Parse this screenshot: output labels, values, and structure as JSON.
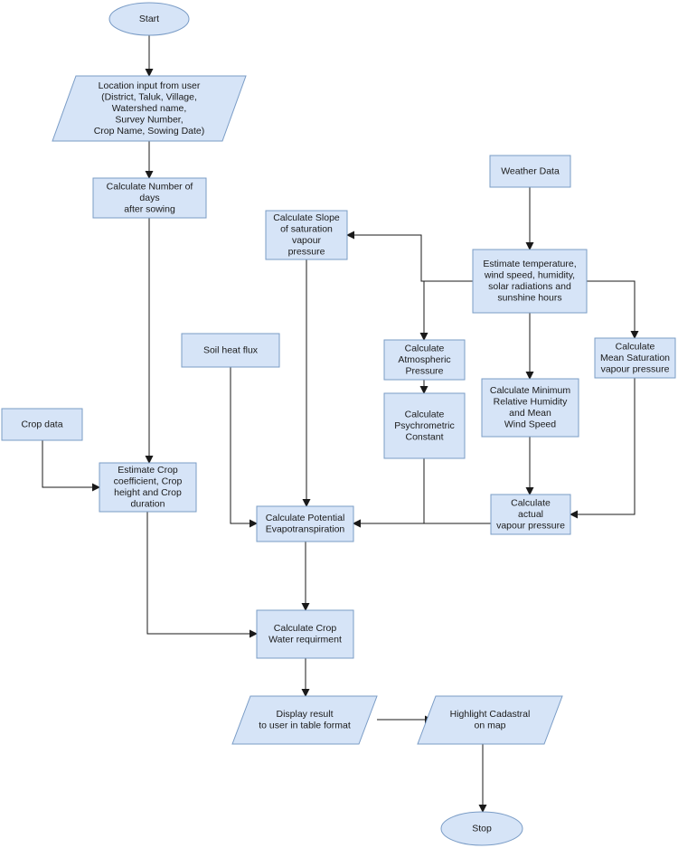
{
  "nodes": [
    {
      "id": "start",
      "kind": "terminator",
      "lines": [
        "Start"
      ]
    },
    {
      "id": "location-input",
      "kind": "data",
      "lines": [
        "Location input from user",
        "(District, Taluk, Village,",
        "Watershed name,",
        "Survey Number,",
        "Crop Name, Sowing Date)"
      ]
    },
    {
      "id": "calc-days",
      "kind": "process",
      "lines": [
        "Calculate Number of",
        "days",
        "after sowing"
      ]
    },
    {
      "id": "weather-data",
      "kind": "process",
      "lines": [
        "Weather Data"
      ]
    },
    {
      "id": "calc-slope",
      "kind": "process",
      "lines": [
        "Calculate Slope",
        "of saturation",
        "vapour",
        "pressure"
      ]
    },
    {
      "id": "estimate-temperature",
      "kind": "process",
      "lines": [
        "Estimate temperature,",
        "wind speed, humidity,",
        "solar radiations and",
        "sunshine hours"
      ]
    },
    {
      "id": "soil-heat-flux",
      "kind": "process",
      "lines": [
        "Soil heat flux"
      ]
    },
    {
      "id": "calc-atm-pressure",
      "kind": "process",
      "lines": [
        "Calculate",
        "Atmospheric",
        "Pressure"
      ]
    },
    {
      "id": "calc-mean-sat",
      "kind": "process",
      "lines": [
        "Calculate",
        "Mean Saturation",
        "vapour pressure"
      ]
    },
    {
      "id": "calc-min-rh",
      "kind": "process",
      "lines": [
        "Calculate Minimum",
        "Relative Humidity",
        "and Mean",
        "Wind Speed"
      ]
    },
    {
      "id": "crop-data",
      "kind": "process",
      "lines": [
        "Crop data"
      ]
    },
    {
      "id": "calc-psychrometric",
      "kind": "process",
      "lines": [
        "Calculate",
        "Psychrometric",
        "Constant"
      ]
    },
    {
      "id": "estimate-crop-coef",
      "kind": "process",
      "lines": [
        "Estimate Crop",
        "coefficient, Crop",
        "height and Crop",
        "duration"
      ]
    },
    {
      "id": "calc-actual-vp",
      "kind": "process",
      "lines": [
        "Calculate",
        "actual",
        "vapour pressure"
      ]
    },
    {
      "id": "calc-pet",
      "kind": "process",
      "lines": [
        "Calculate Potential",
        "Evapotranspiration"
      ]
    },
    {
      "id": "calc-crop-water",
      "kind": "process",
      "lines": [
        "Calculate Crop",
        "Water requirment"
      ]
    },
    {
      "id": "display-result",
      "kind": "data",
      "lines": [
        "Display result",
        "to user in table format"
      ]
    },
    {
      "id": "highlight-cadastral",
      "kind": "data",
      "lines": [
        "Highlight Cadastral",
        "on map"
      ]
    },
    {
      "id": "stop",
      "kind": "terminator",
      "lines": [
        "Stop"
      ]
    }
  ],
  "edges": [
    {
      "from": "start",
      "to": "location-input"
    },
    {
      "from": "location-input",
      "to": "calc-days"
    },
    {
      "from": "calc-days",
      "to": "estimate-crop-coef"
    },
    {
      "from": "crop-data",
      "to": "estimate-crop-coef"
    },
    {
      "from": "weather-data",
      "to": "estimate-temperature"
    },
    {
      "from": "estimate-temperature",
      "to": "calc-slope"
    },
    {
      "from": "estimate-temperature",
      "to": "calc-atm-pressure"
    },
    {
      "from": "estimate-temperature",
      "to": "calc-min-rh"
    },
    {
      "from": "estimate-temperature",
      "to": "calc-mean-sat"
    },
    {
      "from": "calc-atm-pressure",
      "to": "calc-psychrometric"
    },
    {
      "from": "calc-min-rh",
      "to": "calc-actual-vp"
    },
    {
      "from": "calc-mean-sat",
      "to": "calc-actual-vp"
    },
    {
      "from": "calc-slope",
      "to": "calc-pet"
    },
    {
      "from": "soil-heat-flux",
      "to": "calc-pet"
    },
    {
      "from": "calc-psychrometric",
      "to": "calc-pet"
    },
    {
      "from": "calc-actual-vp",
      "to": "calc-pet"
    },
    {
      "from": "estimate-crop-coef",
      "to": "calc-crop-water"
    },
    {
      "from": "calc-pet",
      "to": "calc-crop-water"
    },
    {
      "from": "calc-crop-water",
      "to": "display-result"
    },
    {
      "from": "display-result",
      "to": "highlight-cadastral"
    },
    {
      "from": "highlight-cadastral",
      "to": "stop"
    }
  ],
  "colors": {
    "fill": "#d6e4f7",
    "stroke": "#7a9cc6",
    "arrow": "#1a1a1a"
  }
}
